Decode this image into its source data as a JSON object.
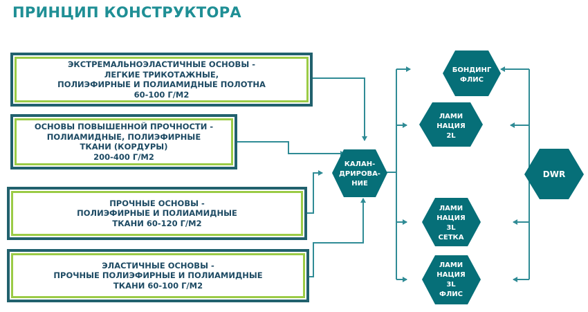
{
  "title": "ПРИНЦИП КОНСТРУКТОРА",
  "inputs": [
    {
      "lines": [
        "ЭКСТРЕМАЛЬНОЭЛАСТИЧНЫЕ ОСНОВЫ -",
        "ЛЕГКИЕ ТРИКОТАЖНЫЕ,",
        "ПОЛИЭФИРНЫЕ И ПОЛИАМИДНЫЕ ПОЛОТНА",
        "60-100 Г/М2"
      ]
    },
    {
      "lines": [
        "ОСНОВЫ ПОВЫШЕННОЙ ПРОЧНОСТИ -",
        "ПОЛИАМИДНЫЕ, ПОЛИЭФИРНЫЕ",
        "ТКАНИ (КОРДУРЫ)",
        "200-400 Г/М2"
      ]
    },
    {
      "lines": [
        "ПРОЧНЫЕ ОСНОВЫ -",
        "ПОЛИЭФИРНЫЕ И ПОЛИАМИДНЫЕ",
        "ТКАНИ 60-120 Г/М2"
      ]
    },
    {
      "lines": [
        "ЭЛАСТИЧНЫЕ ОСНОВЫ -",
        "ПРОЧНЫЕ ПОЛИЭФИРНЫЕ И ПОЛИАМИДНЫЕ",
        "ТКАНИ 60-100 Г/М2"
      ]
    }
  ],
  "process": {
    "lines": [
      "КАЛАН-",
      "ДРИРОВА-",
      "НИЕ"
    ]
  },
  "outputs": [
    {
      "lines": [
        "БОНДИНГ",
        "ФЛИС"
      ]
    },
    {
      "lines": [
        "ЛАМИ",
        "НАЦИЯ",
        "2L"
      ]
    },
    {
      "lines": [
        "ЛАМИ",
        "НАЦИЯ",
        "3L",
        "СЕТКА"
      ]
    },
    {
      "lines": [
        "ЛАМИ",
        "НАЦИЯ",
        "3L",
        "ФЛИС"
      ]
    }
  ],
  "finish": {
    "label": "DWR"
  },
  "colors": {
    "title": "#1f8f95",
    "hexagon": "#066f78",
    "line": "#2f8b95",
    "box_border": "#21616d",
    "box_inner": "#9bcb46",
    "box_text": "#1d4a63"
  }
}
